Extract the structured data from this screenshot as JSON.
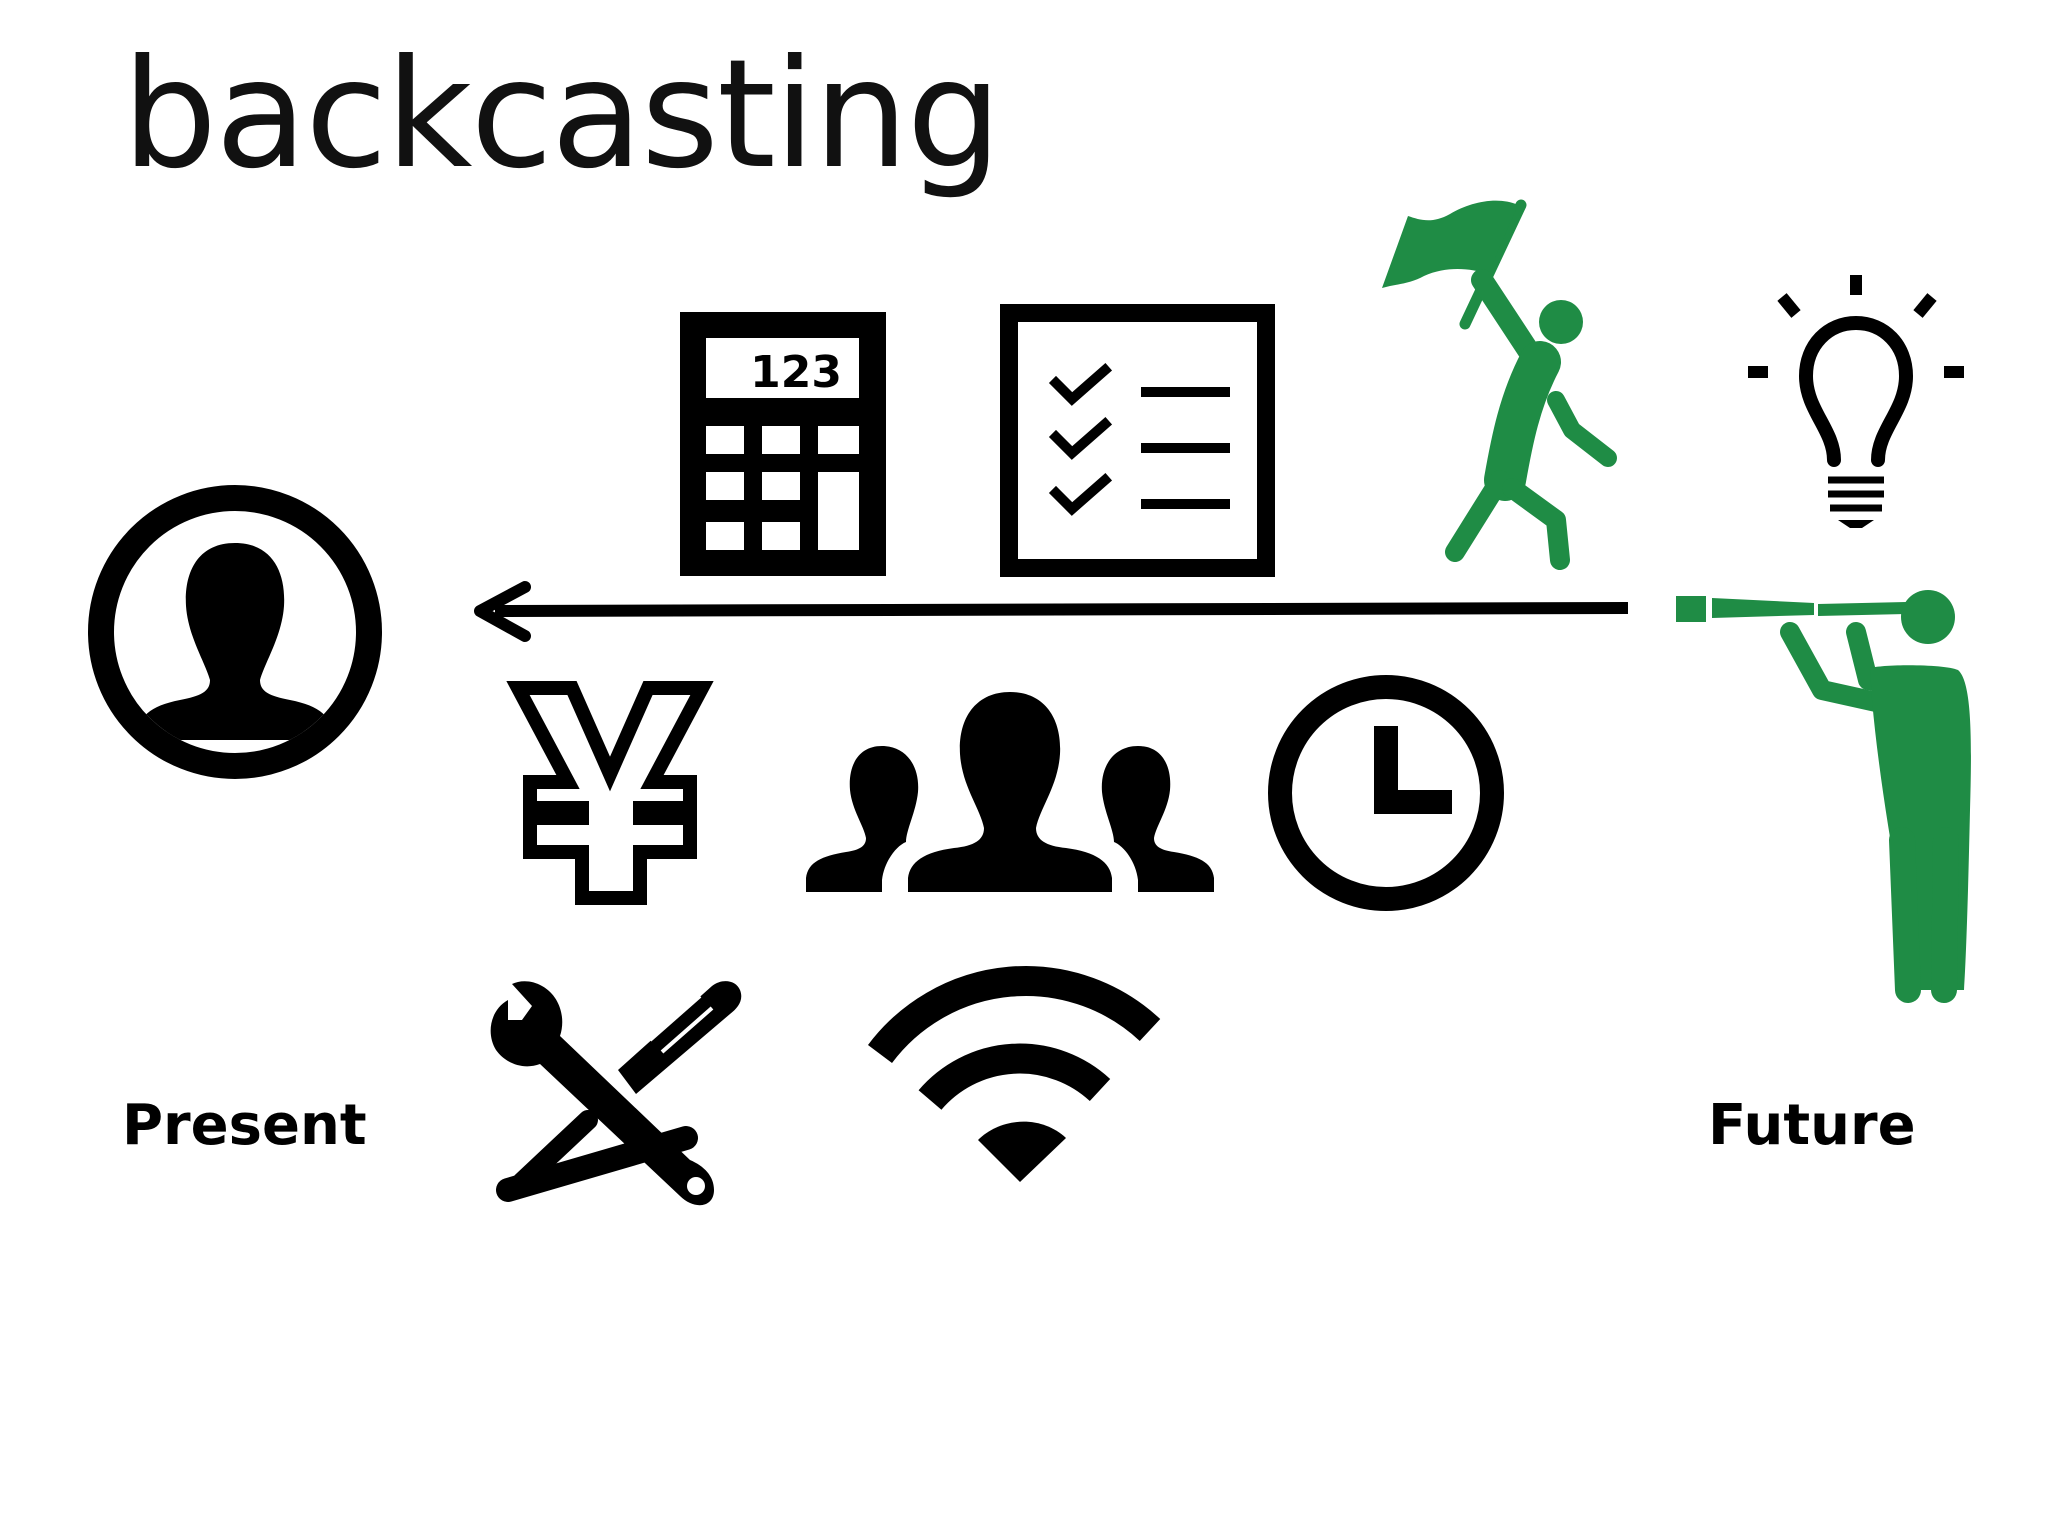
{
  "title": "backcasting",
  "labels": {
    "present": "Present",
    "future": "Future"
  },
  "calculator_display": "123",
  "colors": {
    "foreground": "#000000",
    "accent_green": "#1f8c45",
    "background": "#ffffff"
  },
  "icons": [
    "person-circle-icon",
    "calculator-icon",
    "checklist-icon",
    "flag-person-icon",
    "lightbulb-icon",
    "telescope-person-icon",
    "yen-icon",
    "group-icon",
    "clock-icon",
    "tools-icon",
    "wifi-icon",
    "backward-arrow"
  ]
}
